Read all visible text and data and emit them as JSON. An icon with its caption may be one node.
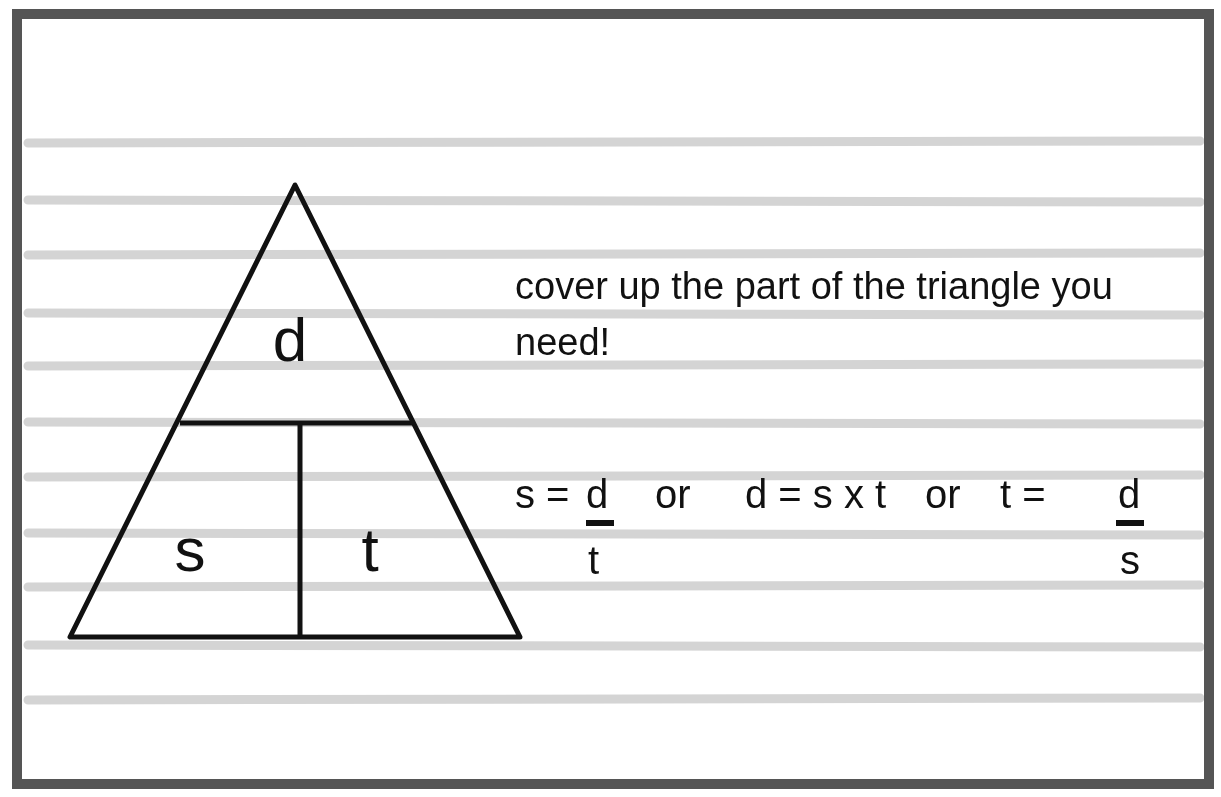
{
  "diagram": {
    "nodes": [
      {
        "text": [
          "d"
        ]
      },
      {
        "text": [
          "s"
        ]
      },
      {
        "text": [
          "t"
        ]
      }
    ],
    "labels": [
      "cover up the part of the triangle you need!",
      "s =",
      "d",
      "t",
      "or",
      "d = s x t",
      "or",
      "t =",
      "d",
      "s"
    ]
  }
}
